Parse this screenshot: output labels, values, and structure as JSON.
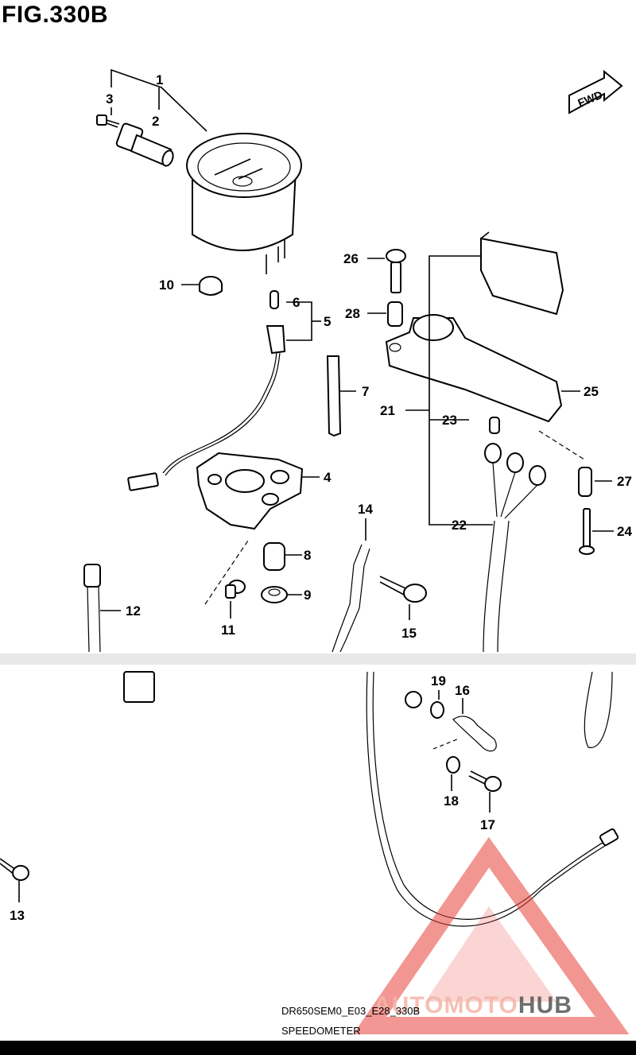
{
  "figure": {
    "title": "FIG.330B",
    "code": "DR650SEM0_E03_E28_330B",
    "name": "SPEEDOMETER",
    "fwd_label": "FWD"
  },
  "watermark": {
    "part1": "AUTOMOTO",
    "part2": "HUB",
    "color_logo": "#e8423a",
    "color_hub": "#444444"
  },
  "callouts": [
    "1",
    "2",
    "3",
    "4",
    "5",
    "6",
    "7",
    "8",
    "9",
    "10",
    "11",
    "12",
    "13",
    "14",
    "15",
    "16",
    "17",
    "18",
    "19",
    "21",
    "22",
    "23",
    "24",
    "25",
    "26",
    "27",
    "28"
  ]
}
